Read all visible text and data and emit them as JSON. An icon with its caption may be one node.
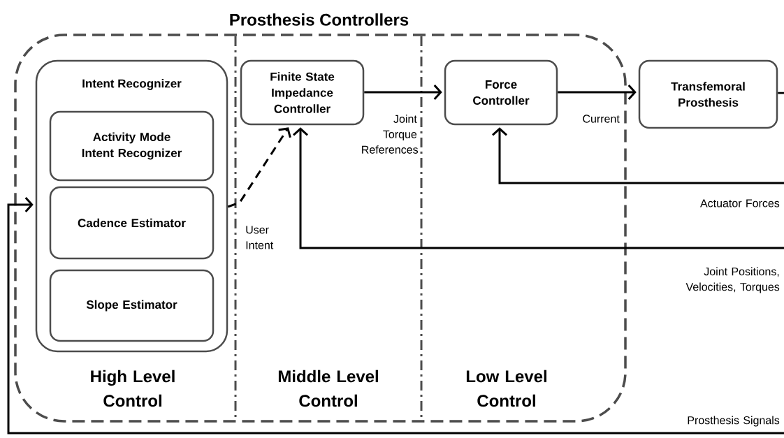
{
  "diagram": {
    "nodes": [
      {
        "text": [
          "Prosthesis Controllers"
        ]
      },
      {
        "text": [
          "Intent Recognizer"
        ],
        "in": 0
      },
      {
        "text": [
          "Activity Mode Intent Recognizer"
        ],
        "in": 1
      },
      {
        "text": [
          "Cadence Estimator"
        ],
        "in": 1
      },
      {
        "text": [
          "Slope Estimator"
        ],
        "in": 1
      },
      {
        "text": [
          "Finite State Impedance Controller"
        ],
        "in": 0
      },
      {
        "text": [
          "Force Controller"
        ],
        "in": 0
      },
      {
        "text": [
          "Transfemoral Prosthesis"
        ]
      }
    ],
    "edges": [
      {
        "from": 1,
        "to": 5,
        "arrow": "to",
        "label": "User Intent",
        "style": "dashed"
      },
      {
        "from": 5,
        "to": 6,
        "arrow": "to",
        "label": "Joint Torque References"
      },
      {
        "from": 6,
        "to": 7,
        "arrow": "to",
        "label": "Current"
      },
      {
        "from": null,
        "to": 6,
        "arrow": "to",
        "label": "Actuator Forces"
      },
      {
        "from": null,
        "to": 5,
        "arrow": "to",
        "label": "Joint Positions, Velocities, Torques"
      },
      {
        "from": null,
        "to": 1,
        "arrow": "to",
        "label": "Prosthesis Signals"
      },
      {
        "from": 7,
        "to": null,
        "arrow": "none"
      }
    ],
    "labels": [
      "High Level Control",
      "Middle Level Control",
      "Low Level Control"
    ]
  }
}
